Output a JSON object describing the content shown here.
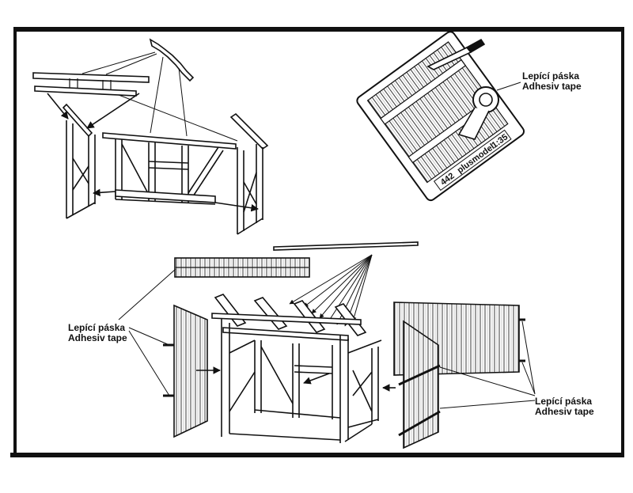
{
  "labels": {
    "top_right": {
      "line1": "Lepící páska",
      "line2": "Adhesiv tape"
    },
    "bottom_left": {
      "line1": "Lepící páska",
      "line2": "Adhesiv tape"
    },
    "bottom_right": {
      "line1": "Lepící páska",
      "line2": "Adhesiv tape"
    }
  },
  "photo_etch": {
    "part_number": "442",
    "brand": "plusmodel",
    "scale": "1:35"
  }
}
